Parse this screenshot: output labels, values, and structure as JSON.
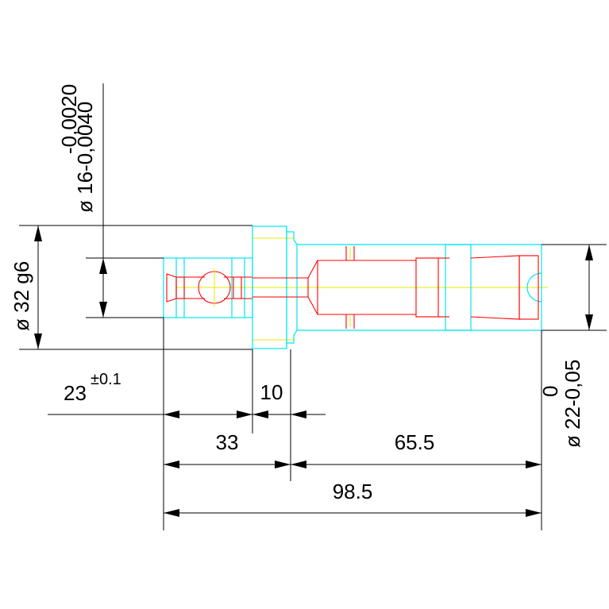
{
  "dimensions": {
    "overall_length": "98.5",
    "left_length": "33",
    "right_length": "65.5",
    "flange_width": "10",
    "offset": "23",
    "offset_tolerance": "±0.1",
    "flange_diameter": "ø 32 g6",
    "shaft_diameter": "ø 16-0,0040",
    "shaft_diameter_upper_dev": "-0,0020",
    "right_diameter": "ø 22-0,05",
    "right_diameter_upper_dev": "0"
  }
}
